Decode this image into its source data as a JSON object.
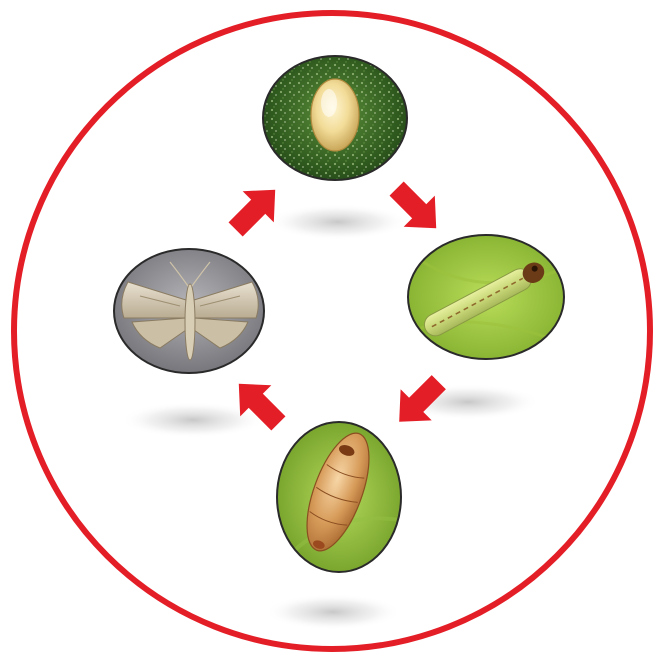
{
  "diagram": {
    "title": "",
    "ring_color": "#e41e26",
    "arrow_color": "#e41e26",
    "stages": [
      {
        "id": "egg",
        "picture": "egg-photo"
      },
      {
        "id": "larva",
        "picture": "larva-photo"
      },
      {
        "id": "pupa",
        "picture": "pupa-photo"
      },
      {
        "id": "adult",
        "picture": "moth-photo"
      }
    ],
    "cycle_order": [
      "egg",
      "larva",
      "pupa",
      "adult",
      "egg"
    ]
  }
}
